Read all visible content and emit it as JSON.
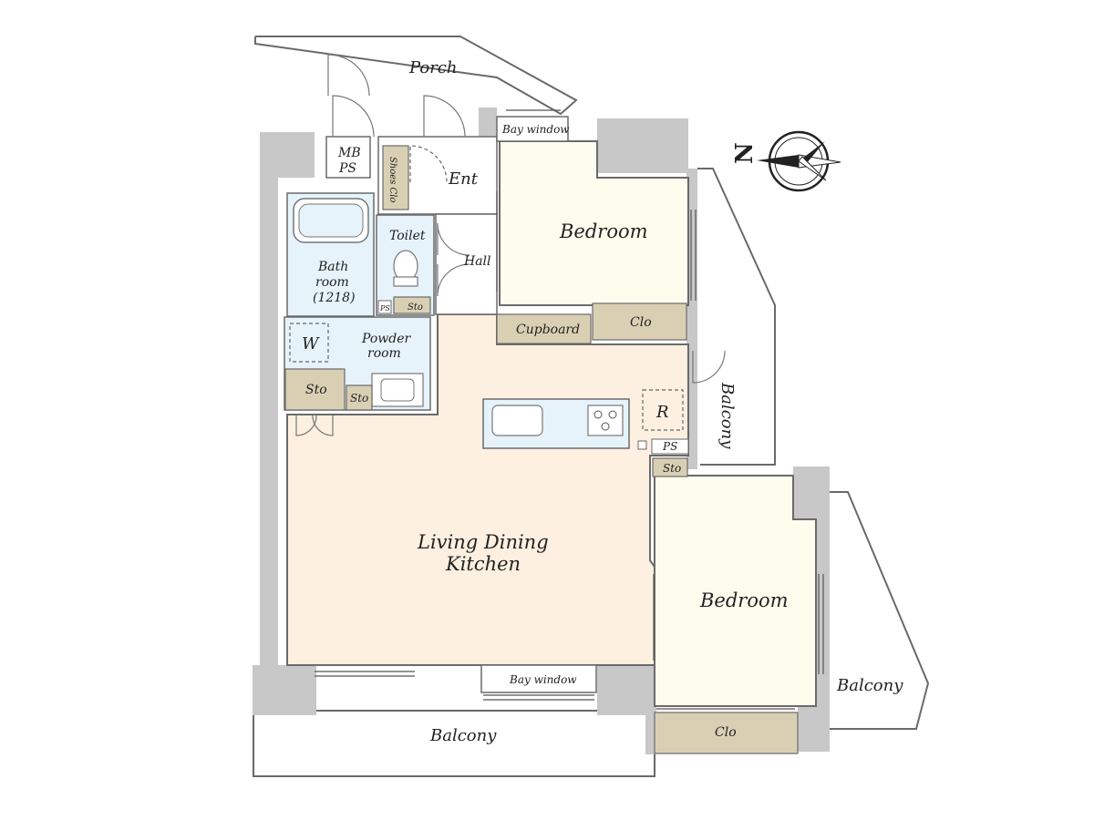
{
  "rooms": {
    "porch": "Porch",
    "mb_ps": [
      "MB",
      "PS"
    ],
    "shoes_clo": "Shoes Clo",
    "ent": "Ent",
    "bay_window_top": "Bay window",
    "bedroom_north": "Bedroom",
    "toilet": "Toilet",
    "hall": "Hall",
    "bathroom": [
      "Bath",
      "room",
      "(1218)"
    ],
    "ps_small": "PS",
    "sto_toilet": "Sto",
    "cupboard": "Cupboard",
    "clo_north": "Clo",
    "w": "W",
    "powder_room": [
      "Powder",
      "room"
    ],
    "sto_left": "Sto",
    "sto_powder": "Sto",
    "r": "R",
    "ps_kitchen": "PS",
    "sto_kitchen": "Sto",
    "balcony_right": "Balcony",
    "ldk": [
      "Living Dining",
      "Kitchen"
    ],
    "bedroom_south": "Bedroom",
    "bay_window_bottom": "Bay window",
    "balcony_bottom": "Balcony",
    "clo_south": "Clo",
    "balcony_corner": "Balcony"
  },
  "compass": {
    "label": "N"
  },
  "colors": {
    "ldk": "#fdf0e0",
    "bedroom": "#fdfdee",
    "wet": "#e6f3fb",
    "storage": "#d9d0b4",
    "wall": "#c8c8c8"
  }
}
